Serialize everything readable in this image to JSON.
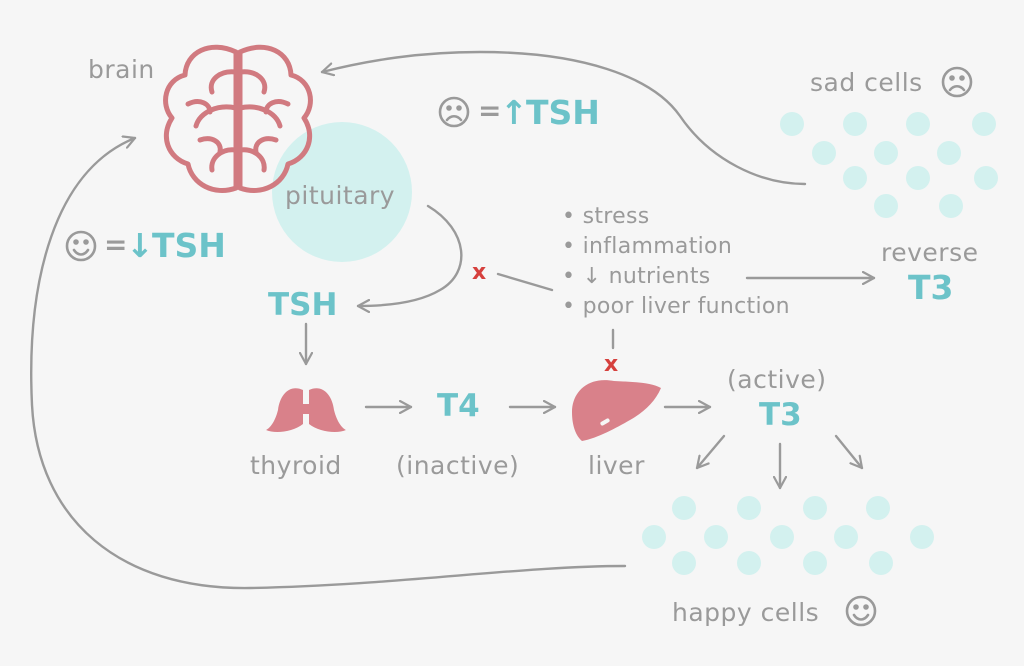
{
  "labels": {
    "brain": "brain",
    "pituitary": "pituitary",
    "sad_cells": "sad cells",
    "happy_cells": "happy cells",
    "thyroid": "thyroid",
    "inactive": "(inactive)",
    "liver": "liver",
    "active": "(active)",
    "reverse": "reverse"
  },
  "hormones": {
    "tsh": "TSH",
    "t4": "T4",
    "t3_active": "T3",
    "t3_reverse": "T3"
  },
  "legend": {
    "sad_equals": "=",
    "sad_arrow": "↑",
    "sad_hormone": "TSH",
    "happy_equals": "=",
    "happy_arrow": "↓",
    "happy_hormone": "TSH"
  },
  "factors": [
    "stress",
    "inflammation",
    "↓ nutrients",
    "poor liver function"
  ],
  "bullet": "•",
  "block_mark": "x",
  "colors": {
    "background": "#f6f6f6",
    "organ": "#d9818a",
    "brain_outline": "#d17a80",
    "hormone_text": "#6cc3c9",
    "pituitary_fill": "#d3f1ef",
    "cell_dot": "#d3f1ef",
    "arrow": "#9a9a9a",
    "block": "#d6403d",
    "label_text": "#9a9a9a"
  },
  "icons": [
    "brain-icon",
    "thyroid-icon",
    "liver-icon",
    "sad-face-icon",
    "happy-face-icon"
  ]
}
